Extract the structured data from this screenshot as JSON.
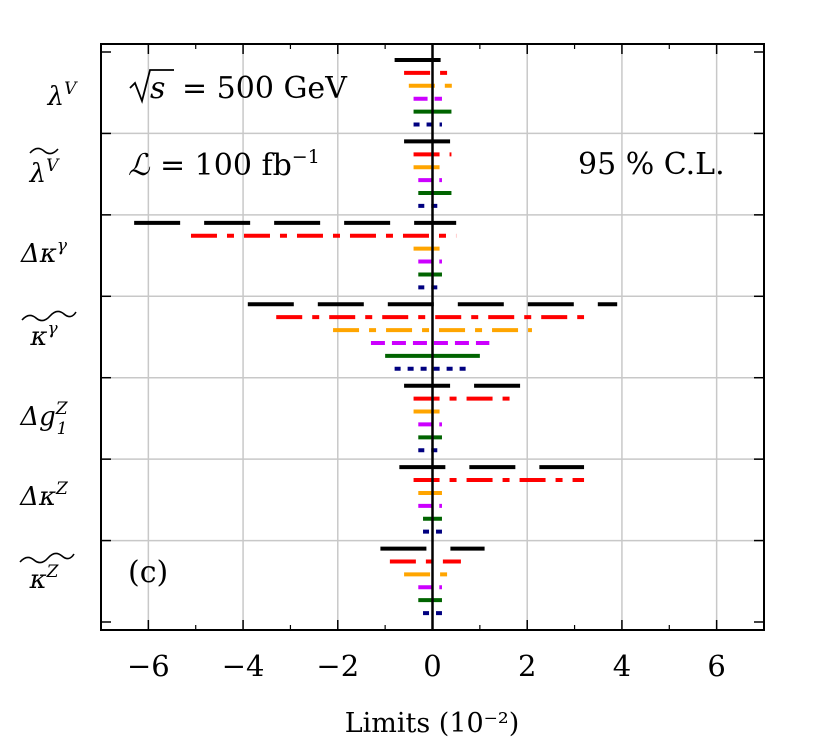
{
  "chart_data": {
    "type": "bar",
    "title": "",
    "xlabel": "Limits (10⁻²)",
    "ylabel": "",
    "xlim": [
      -7,
      7
    ],
    "xticks": [
      "−6",
      "−4",
      "−2",
      "0",
      "2",
      "4",
      "6"
    ],
    "grid": true,
    "annotations": [
      "√s = 500 GeV",
      "ℒ = 100 fb⁻¹",
      "95 % C.L.",
      "(c)"
    ],
    "categories": [
      "λᵛ",
      "λ̃ᵛ",
      "Δκᵞ",
      "κ̃ᵞ",
      "Δg₁ᶻ",
      "Δκᶻ",
      "κ̃ᶻ"
    ],
    "series": [
      {
        "color": "#000000",
        "dash": "long",
        "lower": [
          -0.8,
          -0.6,
          -6.3,
          -3.9,
          -0.6,
          -0.7,
          -1.1
        ],
        "upper": [
          0.2,
          0.4,
          0.5,
          3.9,
          1.9,
          3.2,
          1.1
        ]
      },
      {
        "color": "#ff0000",
        "dash": "dashdot",
        "lower": [
          -0.6,
          -0.4,
          -5.1,
          -3.3,
          -0.4,
          -0.4,
          -0.9
        ],
        "upper": [
          0.5,
          0.4,
          0.5,
          3.2,
          1.7,
          3.2,
          0.6
        ]
      },
      {
        "color": "#ffa500",
        "dash": "dashdot",
        "lower": [
          -0.5,
          -0.4,
          -0.4,
          -2.1,
          -0.4,
          -0.3,
          -0.6
        ],
        "upper": [
          0.5,
          0.2,
          0.2,
          2.1,
          0.2,
          0.2,
          0.4
        ]
      },
      {
        "color": "#cc00ff",
        "dash": "dashed",
        "lower": [
          -0.4,
          -0.3,
          -0.3,
          -1.3,
          -0.3,
          -0.3,
          -0.3
        ],
        "upper": [
          0.2,
          0.2,
          0.2,
          1.2,
          0.2,
          0.2,
          0.2
        ]
      },
      {
        "color": "#006400",
        "dash": "solid",
        "lower": [
          -0.4,
          -0.3,
          -0.3,
          -1.0,
          -0.3,
          -0.2,
          -0.3
        ],
        "upper": [
          0.4,
          0.4,
          0.2,
          1.0,
          0.2,
          0.2,
          0.2
        ]
      },
      {
        "color": "#000080",
        "dash": "dotted",
        "lower": [
          -0.4,
          -0.3,
          -0.3,
          -0.8,
          -0.3,
          -0.2,
          -0.2
        ],
        "upper": [
          0.2,
          0.2,
          0.2,
          0.8,
          0.2,
          0.2,
          0.2
        ]
      }
    ]
  }
}
